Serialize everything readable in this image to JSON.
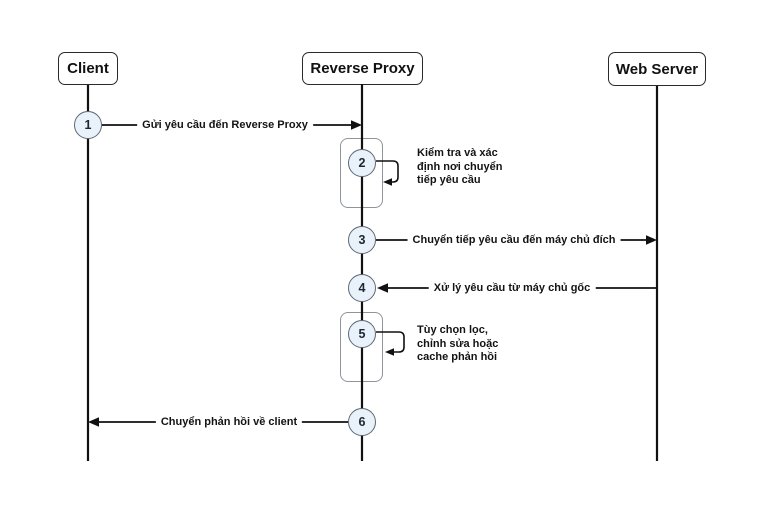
{
  "actors": [
    {
      "label": "Client"
    },
    {
      "label": "Reverse Proxy"
    },
    {
      "label": "Web Server"
    }
  ],
  "steps": [
    {
      "num": "1",
      "label": "Gửi yêu cầu đến Reverse Proxy"
    },
    {
      "num": "2",
      "note_lines": [
        "Kiểm tra và xác",
        "định nơi chuyển",
        "tiếp yêu cầu"
      ]
    },
    {
      "num": "3",
      "label": "Chuyển tiếp yêu cầu đến máy chủ đích"
    },
    {
      "num": "4",
      "label": "Xử lý yêu cầu từ máy chủ gốc"
    },
    {
      "num": "5",
      "note_lines": [
        "Tùy chọn lọc,",
        "chỉnh sửa hoặc",
        "cache phản hồi"
      ]
    },
    {
      "num": "6",
      "label": "Chuyển phản hồi về client"
    }
  ],
  "colors": {
    "line": "#111111",
    "circle_fill": "#e9f1fb",
    "circle_border": "#5d6874",
    "activation_border": "#8e9499",
    "actor_border": "#2a2a2a",
    "background": "#ffffff"
  }
}
